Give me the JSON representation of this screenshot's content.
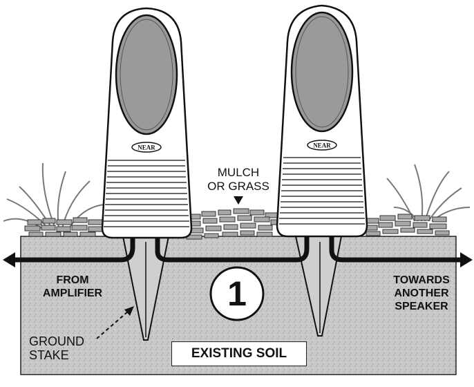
{
  "labels": {
    "mulch": "MULCH\nOR GRASS",
    "from": "FROM\nAMPLIFIER",
    "towards": "TOWARDS\nANOTHER\nSPEAKER",
    "stake": "GROUND\nSTAKE",
    "soil": "EXISTING SOIL",
    "step": "1"
  },
  "speakers": [
    {
      "brand": "NEAR"
    },
    {
      "brand": "NEAR"
    }
  ],
  "colors": {
    "soil": "#c9c9c9",
    "grille": "#9a9a9a",
    "mulch": "#a8a8a8",
    "ink": "#111111"
  }
}
